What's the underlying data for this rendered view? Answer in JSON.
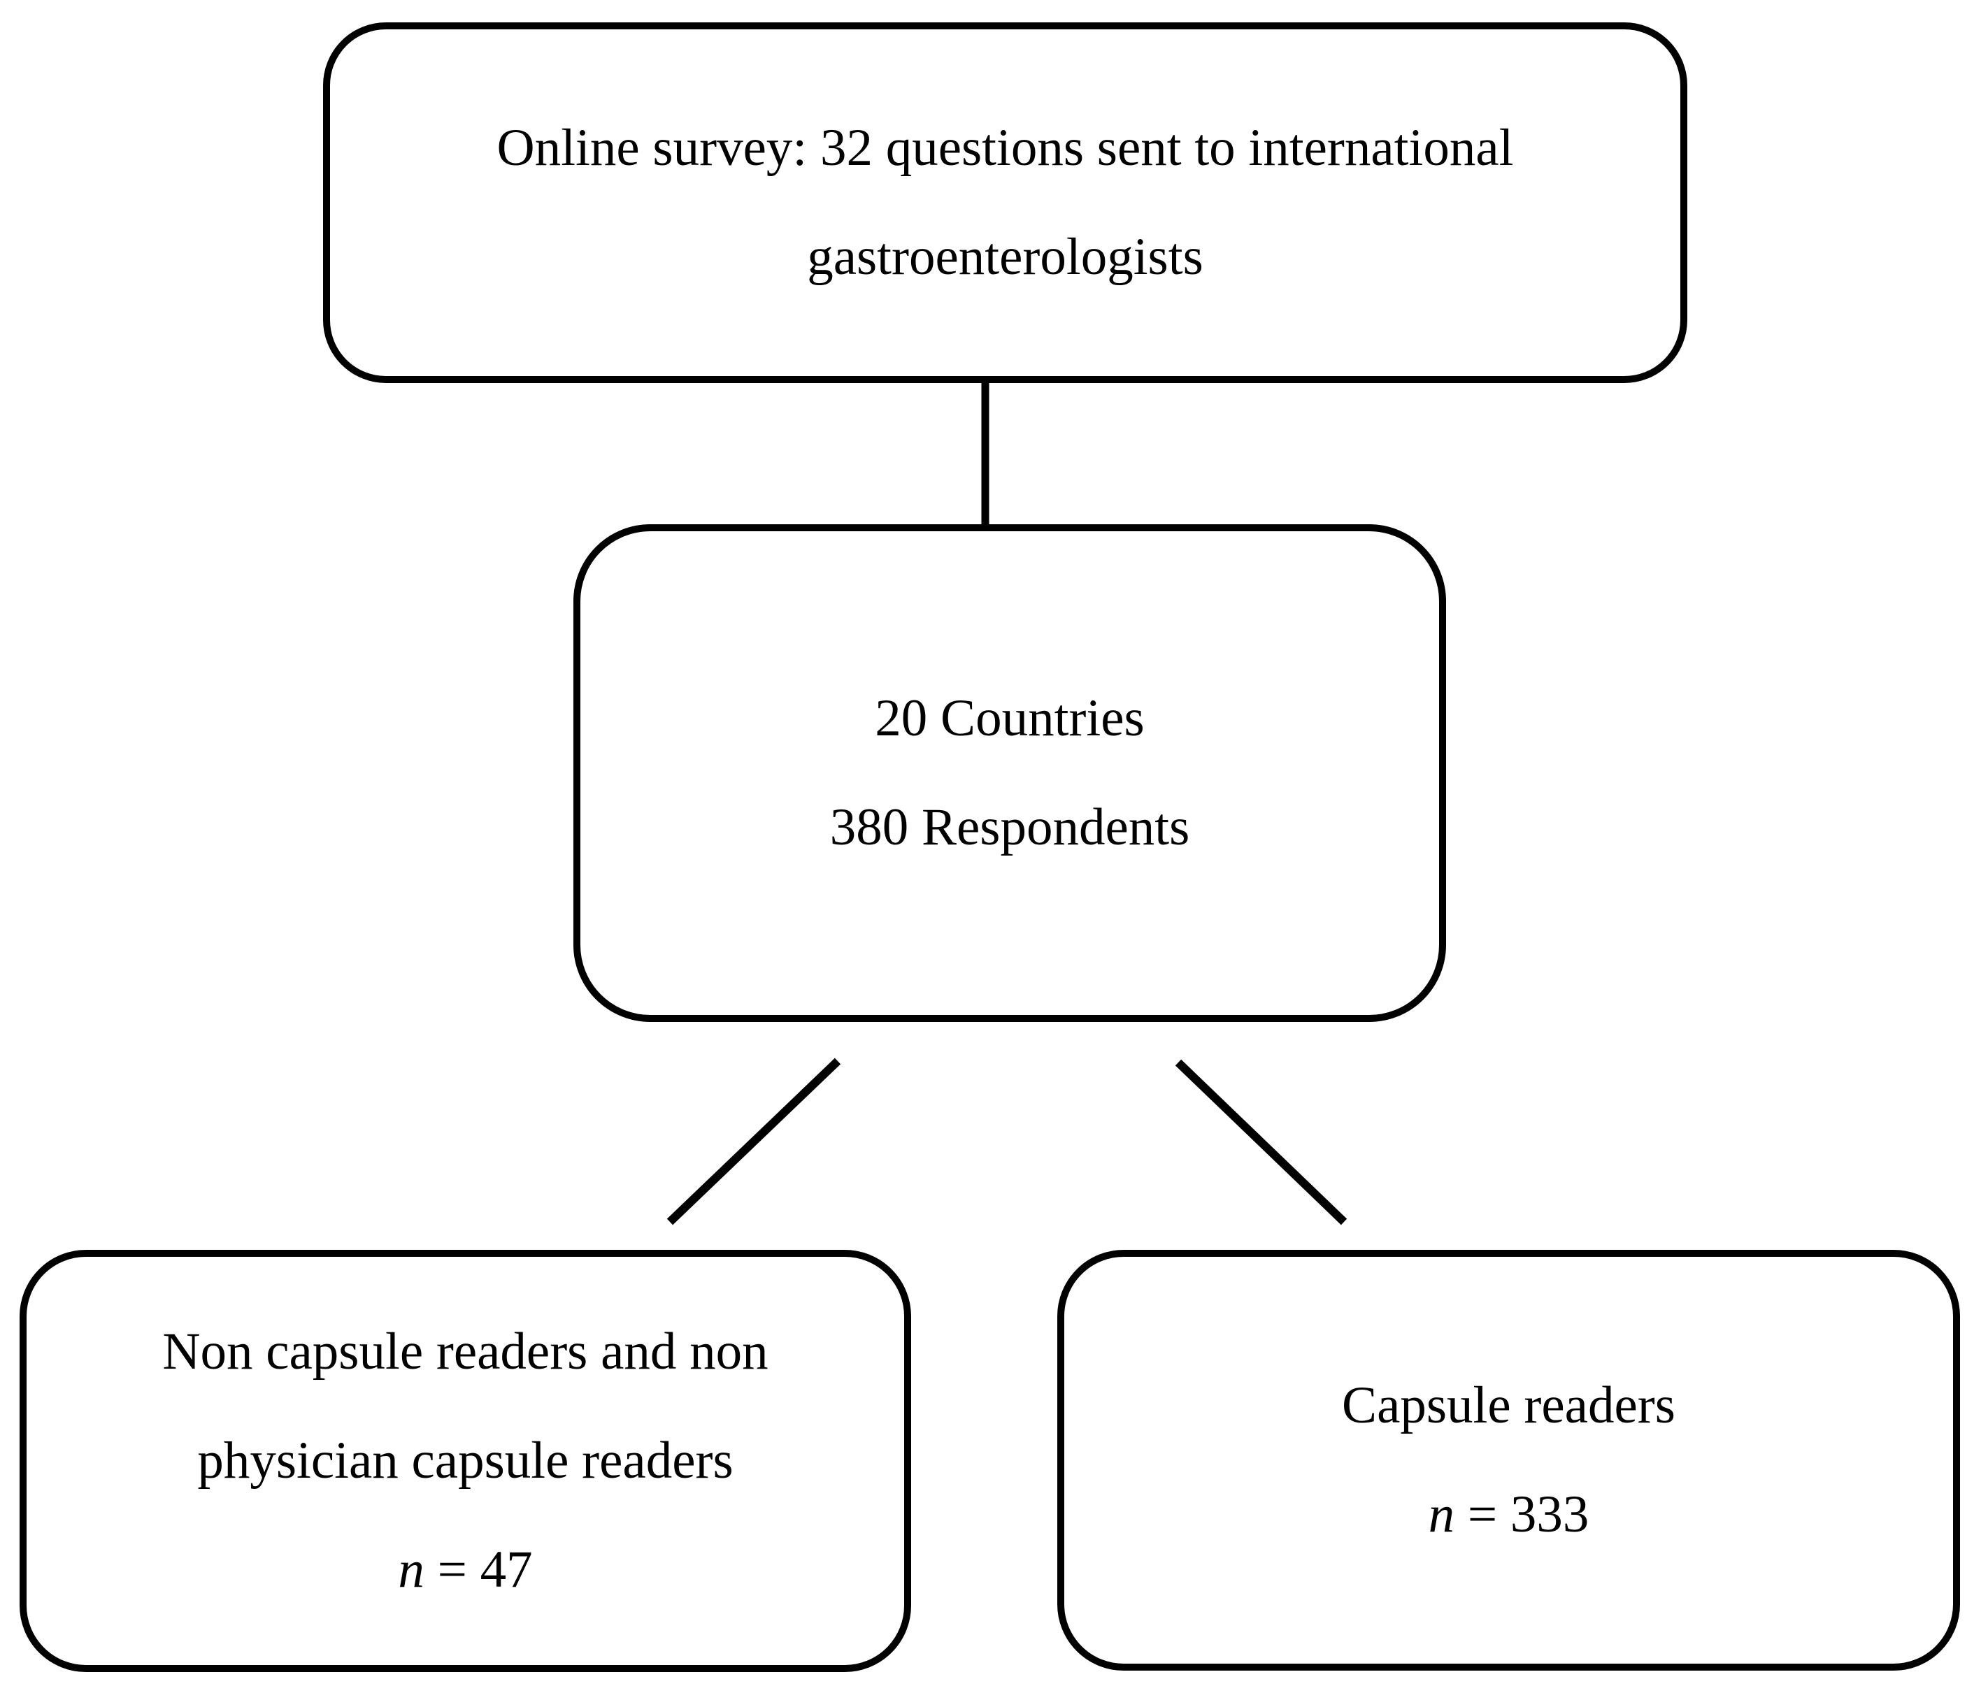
{
  "figure": {
    "background_color": "#ffffff",
    "line_color": "#000000"
  },
  "nodes": {
    "survey": {
      "line1": "Online survey: 32 questions sent to international",
      "line2": "gastroenterologists"
    },
    "countries": {
      "line1": "20 Countries",
      "line2": "380 Respondents"
    },
    "non_capsule": {
      "line1": "Non capsule readers and non",
      "line2": "physician capsule readers",
      "n_symbol": "n",
      "n_rest": " = 47"
    },
    "capsule": {
      "line1": "Capsule readers",
      "n_symbol": "n",
      "n_rest": " = 333"
    }
  }
}
